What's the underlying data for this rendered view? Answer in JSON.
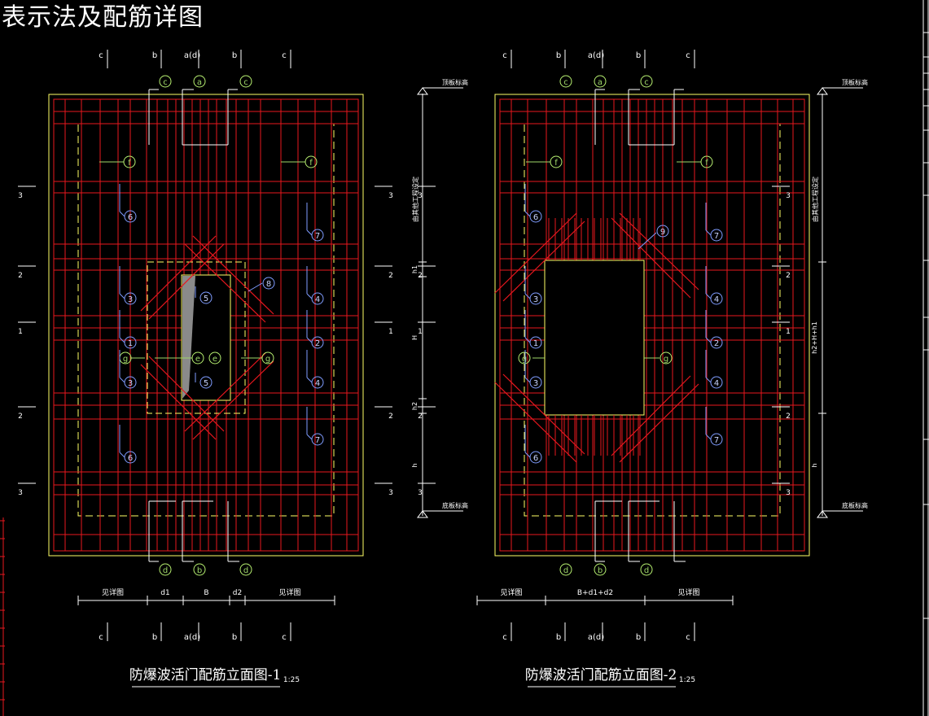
{
  "title": "表示法及配筋详图",
  "drawings": [
    {
      "caption": "防爆波活门配筋立面图-1",
      "scale": "1:25",
      "top_dims": [
        "c",
        "b",
        "a(d)",
        "b",
        "c"
      ],
      "bottom_dims": [
        "c",
        "b",
        "a(d)",
        "b",
        "c"
      ],
      "bottom_span": [
        "见详图",
        "d1",
        "B",
        "d2",
        "见详图"
      ],
      "side_dims": [
        "h1",
        "H",
        "h2",
        "h"
      ],
      "top_elev": "顶板标高",
      "bot_elev": "底板标高",
      "side_note": "由其他工程设定",
      "section_marks": [
        "3",
        "2",
        "1",
        "2",
        "3"
      ],
      "opening_fill": "#8a8a8a",
      "diag_bubble": "8"
    },
    {
      "caption": "防爆波活门配筋立面图-2",
      "scale": "1:25",
      "top_dims": [
        "c",
        "b",
        "a(d)",
        "b",
        "c"
      ],
      "bottom_dims": [
        "c",
        "b",
        "a(d)",
        "b",
        "c"
      ],
      "bottom_span": [
        "见详图",
        "B+d1+d2",
        "见详图"
      ],
      "side_dims": [
        "h2+H+h1",
        "h"
      ],
      "top_elev": "顶板标高",
      "bot_elev": "底板标高",
      "side_note": "由其他工程设定",
      "section_marks": [
        "3",
        "2",
        "1",
        "2",
        "3"
      ],
      "diag_bubble": "9"
    }
  ],
  "bubbles": {
    "top": [
      "c",
      "a",
      "c"
    ],
    "bottom": [
      "d",
      "b",
      "d"
    ],
    "f": "f",
    "g": "g",
    "e": "e",
    "left": [
      "6",
      "3",
      "1",
      "3",
      "6"
    ],
    "right": [
      "7",
      "4",
      "2",
      "4",
      "7"
    ],
    "center": [
      "5",
      "5"
    ]
  },
  "colors": {
    "rebar": "#e8171e",
    "outline": "#ffff66",
    "bubble_green": "#b7f070",
    "bubble_blue": "#7f9cff",
    "dim": "#ffffff"
  }
}
